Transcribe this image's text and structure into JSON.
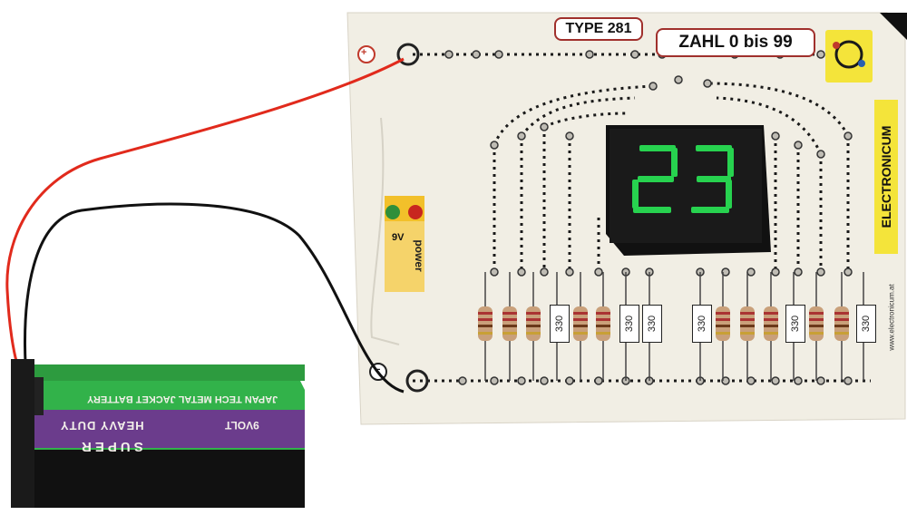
{
  "board": {
    "type_label": "TYPE 281",
    "range_label": "ZAHL 0 bis 99",
    "brand": "ELECTRONICUM",
    "website": "www.electronicum.at",
    "plus_symbol": "+",
    "minus_symbol": "−"
  },
  "display": {
    "digits": "23",
    "segment_color": "#27d24f"
  },
  "resistor_label": "330",
  "mini_battery": {
    "voltage": "9V",
    "brand": "power"
  },
  "battery": {
    "line1": "JAPAN TECH METAL JACKET BATTERY",
    "line2": "HEAVY DUTY",
    "line3": "9VOLT",
    "line4": "SUPER",
    "color": "#32b24a"
  },
  "wires": {
    "positive_color": "#e12a1c",
    "negative_color": "#111111"
  }
}
